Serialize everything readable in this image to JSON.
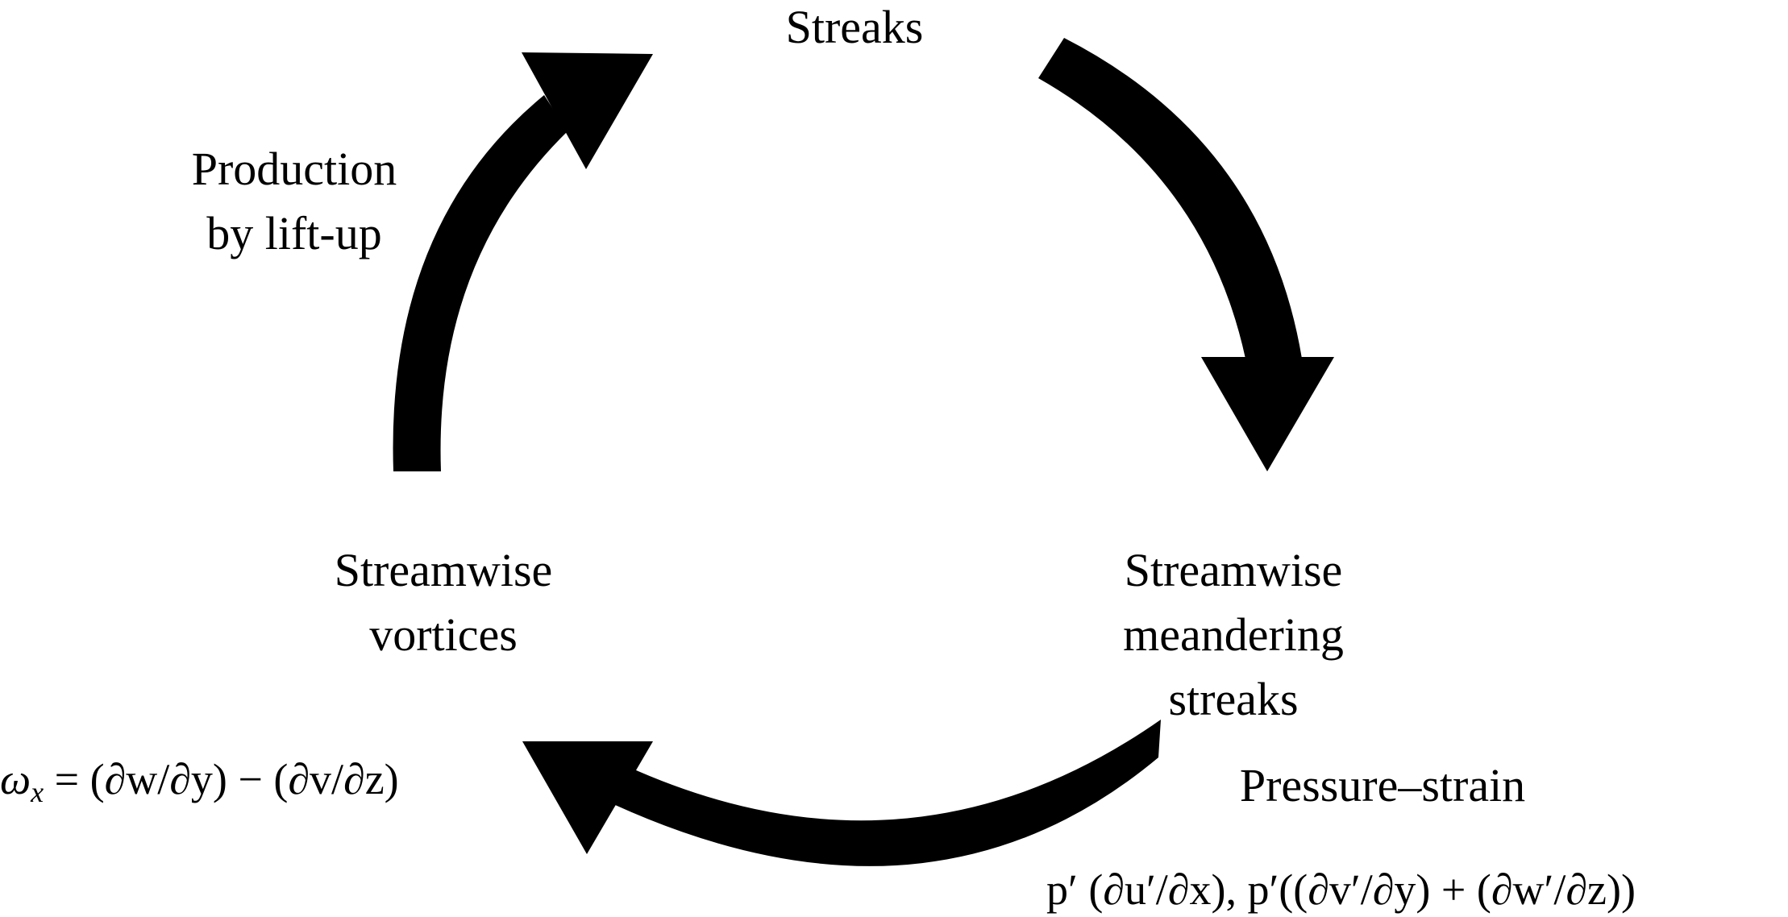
{
  "nodes": {
    "streaks": "Streaks",
    "streamwise_vortices": [
      "Streamwise",
      "vortices"
    ],
    "meandering_streaks": [
      "Streamwise",
      "meandering",
      "streaks"
    ]
  },
  "processes": {
    "lift_up": [
      "Production",
      "by lift-up"
    ],
    "pressure_strain": "Pressure–strain"
  },
  "equations": {
    "vorticity": {
      "symbol": "ω",
      "subscript": "x",
      "rhs": "= (∂w/∂y) − (∂v/∂z)"
    },
    "pressure_terms": "p′ (∂u′/∂x), p′((∂v′/∂y) + (∂w′/∂z))"
  },
  "colors": {
    "arrow": "#000000",
    "text": "#000000",
    "background": "#ffffff"
  }
}
